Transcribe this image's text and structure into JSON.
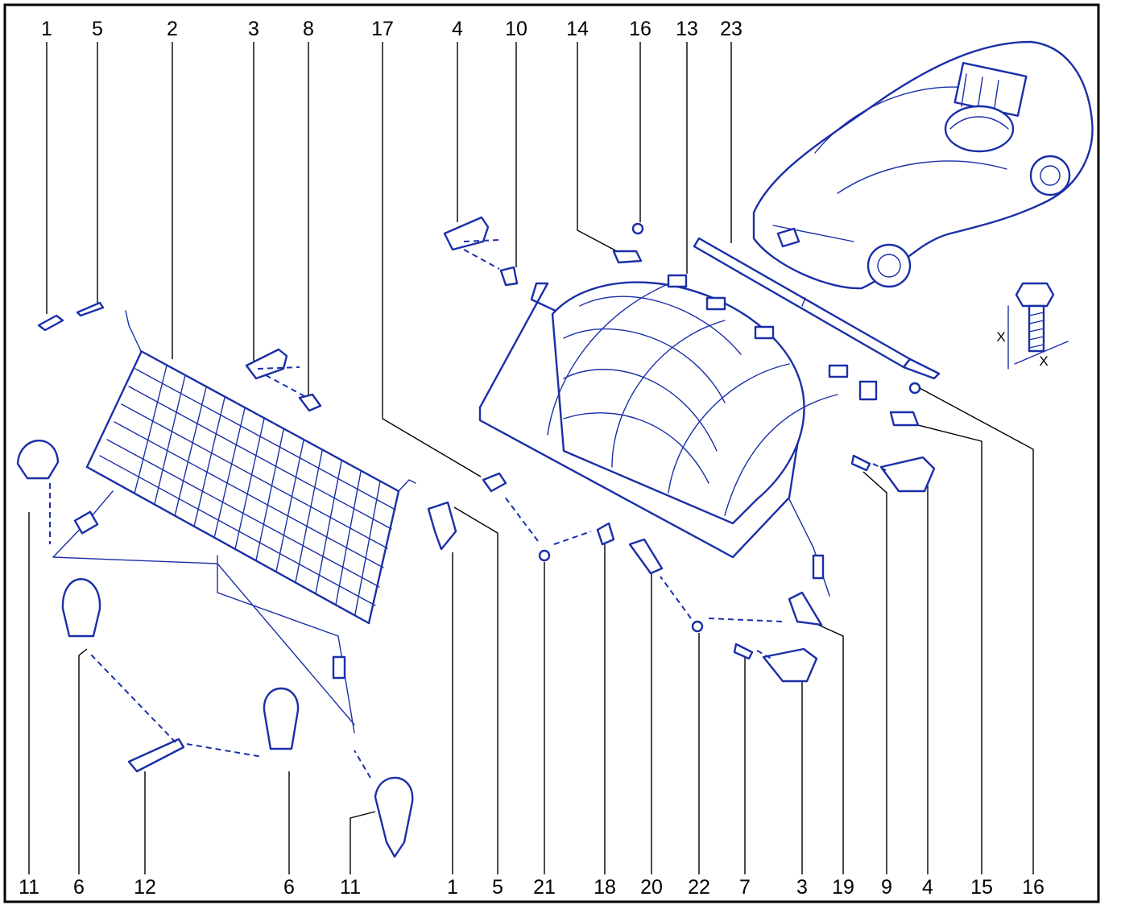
{
  "colors": {
    "ink": "#1a2fa8",
    "labels": "#000000",
    "background": "#ffffff"
  },
  "dimension_symbol": "X",
  "labels": {
    "top": [
      "1",
      "5",
      "2",
      "3",
      "8",
      "17",
      "4",
      "10",
      "14",
      "16",
      "13",
      "23"
    ],
    "bottom": [
      "11",
      "6",
      "12",
      "6",
      "11",
      "1",
      "5",
      "21",
      "18",
      "20",
      "22",
      "7",
      "3",
      "19",
      "9",
      "4",
      "15",
      "16"
    ]
  }
}
